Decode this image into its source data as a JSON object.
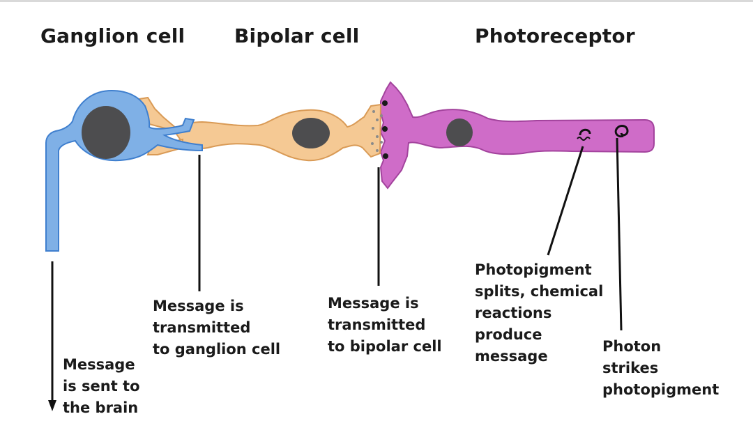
{
  "titles": {
    "ganglion": "Ganglion cell",
    "bipolar": "Bipolar cell",
    "photoreceptor": "Photoreceptor"
  },
  "captions": {
    "brain": [
      "Message",
      "is sent to",
      "the brain"
    ],
    "to_ganglion": [
      "Message is",
      "transmitted",
      "to ganglion cell"
    ],
    "to_bipolar": [
      "Message is",
      "transmitted",
      "to bipolar cell"
    ],
    "photopigment_splits": [
      "Photopigment",
      "splits, chemical",
      "reactions",
      "produce",
      "message"
    ],
    "photon": [
      "Photon",
      "strikes",
      "photopigment"
    ]
  },
  "colors": {
    "ganglion_cell": "#7fb0e6",
    "ganglion_outline": "#3f7fce",
    "bipolar_cell": "#f5c994",
    "bipolar_outline": "#d99a55",
    "photoreceptor_cell": "#cf6cc8",
    "photoreceptor_outline": "#a3439d",
    "nucleus": "#4d4d4f",
    "leader_line": "#111111"
  }
}
